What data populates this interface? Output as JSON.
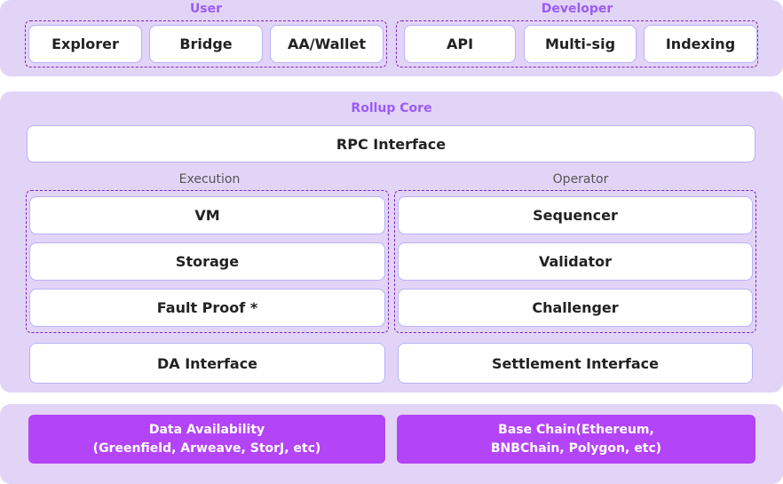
{
  "top": {
    "user_label": "User",
    "developer_label": "Developer",
    "user_items": [
      "Explorer",
      "Bridge",
      "AA/Wallet"
    ],
    "developer_items": [
      "API",
      "Multi-sig",
      "Indexing"
    ]
  },
  "core": {
    "title": "Rollup Core",
    "rpc": "RPC Interface",
    "execution_label": "Execution",
    "operator_label": "Operator",
    "execution_items": [
      "VM",
      "Storage",
      "Fault Proof *"
    ],
    "operator_items": [
      "Sequencer",
      "Validator",
      "Challenger"
    ],
    "da_interface": "DA Interface",
    "settlement_interface": "Settlement Interface"
  },
  "base": {
    "data_availability": "Data Availability\n(Greenfield, Arweave, StorJ, etc)",
    "base_chain": "Base Chain(Ethereum,\nBNBChain, Polygon, etc)"
  }
}
